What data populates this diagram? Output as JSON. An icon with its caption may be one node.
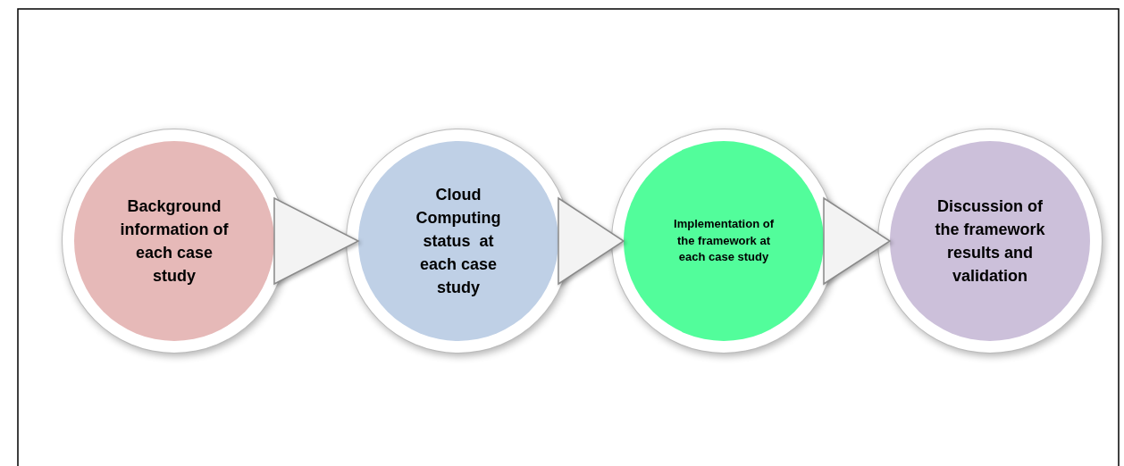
{
  "diagram": {
    "nodes": [
      {
        "text": [
          "Background information of each case study"
        ]
      },
      {
        "text": [
          "Cloud Computing status  at each case study"
        ]
      },
      {
        "text": [
          "Implementation of the framework at each case study"
        ]
      },
      {
        "text": [
          "Discussion of the framework results and validation"
        ]
      }
    ],
    "edges": [
      {
        "from": 0,
        "to": 1,
        "arrow": "to"
      },
      {
        "from": 1,
        "to": 2,
        "arrow": "to"
      },
      {
        "from": 2,
        "to": 3,
        "arrow": "to"
      }
    ]
  }
}
